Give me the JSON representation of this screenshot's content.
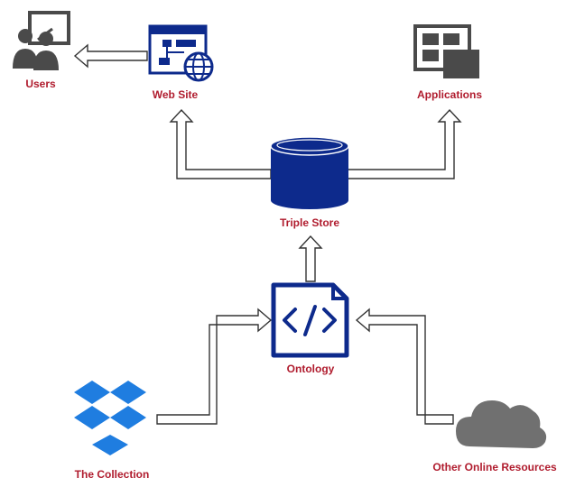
{
  "colors": {
    "label": "#b01c2e",
    "primary": "#0d2a8c",
    "dropbox": "#1f7de0",
    "icon_gray": "#4a4a4a",
    "cloud": "#707070",
    "arrow_stroke": "#333333",
    "arrow_fill": "#ffffff"
  },
  "nodes": {
    "users": {
      "label": "Users",
      "icon": "presentation-users-icon"
    },
    "website": {
      "label": "Web Site",
      "icon": "website-sitemap-globe-icon"
    },
    "applications": {
      "label": "Applications",
      "icon": "applications-tiles-icon"
    },
    "triple_store": {
      "label": "Triple Store",
      "icon": "database-cylinder-icon"
    },
    "ontology": {
      "label": "Ontology",
      "icon": "code-file-icon"
    },
    "collection": {
      "label": "The Collection",
      "icon": "dropbox-icon"
    },
    "online_resources": {
      "label": "Other Online Resources",
      "icon": "cloud-icon"
    }
  },
  "edges": [
    {
      "from": "website",
      "to": "users"
    },
    {
      "from": "triple_store",
      "to": "website"
    },
    {
      "from": "triple_store",
      "to": "applications"
    },
    {
      "from": "ontology",
      "to": "triple_store"
    },
    {
      "from": "collection",
      "to": "ontology"
    },
    {
      "from": "online_resources",
      "to": "ontology"
    }
  ]
}
